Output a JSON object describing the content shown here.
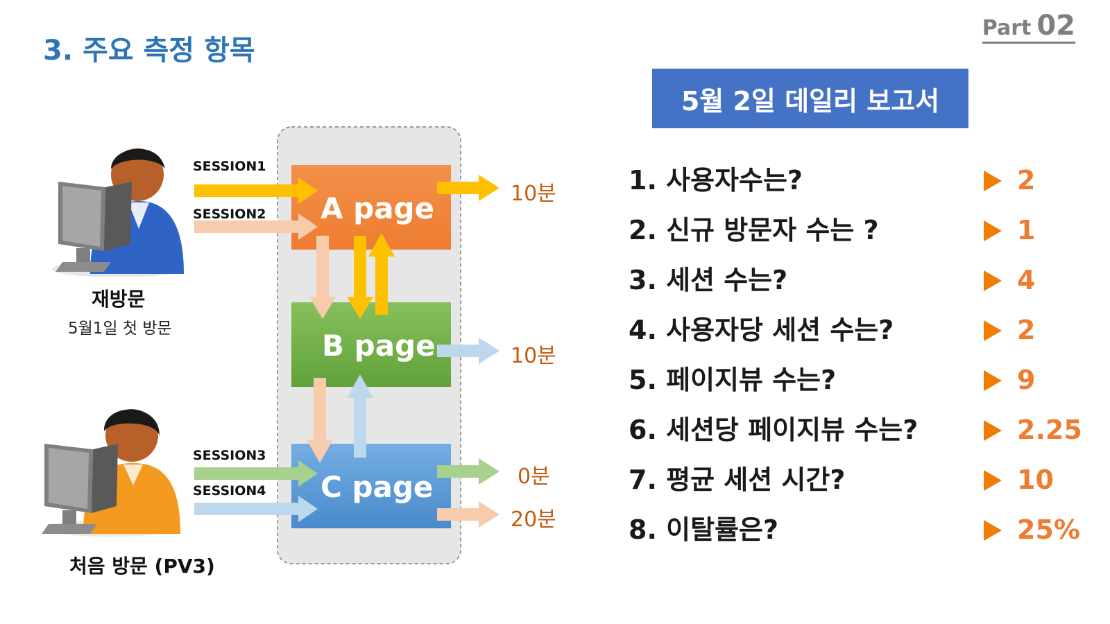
{
  "header": {
    "part_word": "Part",
    "part_number": "02",
    "title": "3. 주요 측정 항목"
  },
  "report": {
    "title": "5월 2일 데일리 보고서",
    "items": [
      {
        "question": "1.  사용자수는?",
        "answer": "2"
      },
      {
        "question": "2.  신규 방문자 수는 ?",
        "answer": "1"
      },
      {
        "question": "3.  세션 수는?",
        "answer": "4"
      },
      {
        "question": "4.  사용자당 세션 수는?",
        "answer": "2"
      },
      {
        "question": "5.  페이지뷰 수는?",
        "answer": "9"
      },
      {
        "question": "6.  세션당 페이지뷰 수는?",
        "answer": "2.25"
      },
      {
        "question": "7.  평균 세션 시간?",
        "answer": "10"
      },
      {
        "question": "8.  이탈률은?",
        "answer": "25%"
      }
    ]
  },
  "diagram": {
    "users": [
      {
        "title": "재방문",
        "subtitle": "5월1일 첫 방문",
        "icon": "user-at-computer-blue-icon"
      },
      {
        "title": "처음 방문 (PV3)",
        "subtitle": "",
        "icon": "user-at-computer-orange-icon"
      }
    ],
    "sessions": [
      "SESSION1",
      "SESSION2",
      "SESSION3",
      "SESSION4"
    ],
    "pages": [
      {
        "label": "A page",
        "color": "#ed7d31"
      },
      {
        "label": "B page",
        "color": "#70ad47"
      },
      {
        "label": "C page",
        "color": "#5b9bd5"
      }
    ],
    "durations": [
      "10분",
      "10분",
      "0분",
      "20분"
    ],
    "arrow_colors": {
      "yellow": "#ffc000",
      "peach": "#f8cbad",
      "green": "#a9d18e",
      "blue": "#bdd7ee"
    }
  }
}
